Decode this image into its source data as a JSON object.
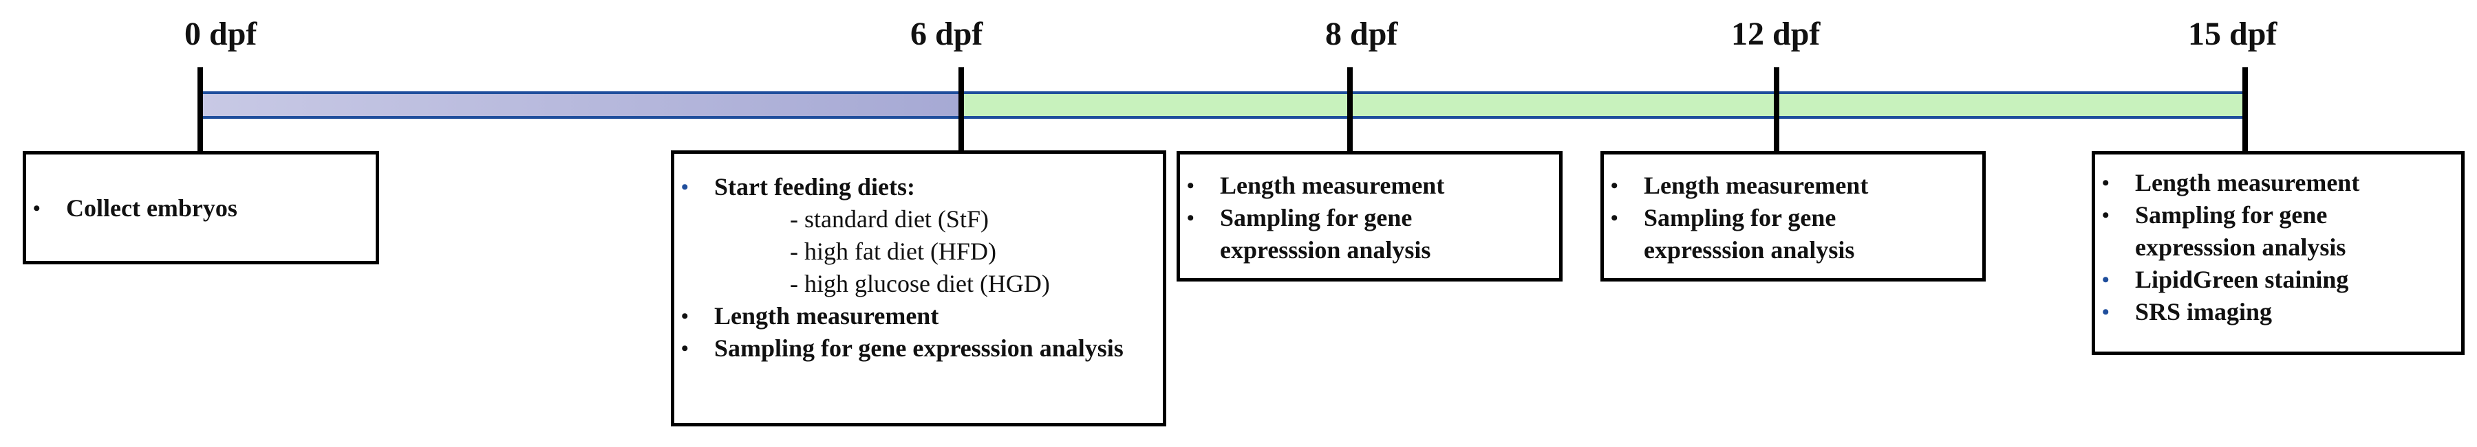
{
  "timeline": {
    "ticks": [
      "0 dpf",
      "6 dpf",
      "8 dpf",
      "12 dpf",
      "15 dpf"
    ]
  },
  "boxes": {
    "collect": {
      "items": [
        "Collect embryos"
      ]
    },
    "day6": {
      "start_label": "Start feeding diets:",
      "diets": [
        "- standard diet (StF)",
        "- high fat diet (HFD)",
        "- high glucose diet (HGD)"
      ],
      "items": [
        "Length measurement",
        "Sampling for gene expresssion analysis"
      ]
    },
    "day8": {
      "items": [
        "Length measurement",
        "Sampling for gene expresssion analysis"
      ]
    },
    "day12": {
      "items": [
        "Length measurement",
        "Sampling for gene expresssion analysis"
      ]
    },
    "day15": {
      "items": [
        "Length measurement",
        "Sampling for gene expresssion analysis",
        "LipidGreen staining",
        "SRS imaging"
      ]
    }
  },
  "colors": {
    "bar_blue": "#b3b5dc",
    "bar_green": "#c8f2bd",
    "bar_border": "#1f4e9c",
    "accent_bullet": "#1f4e9c"
  }
}
